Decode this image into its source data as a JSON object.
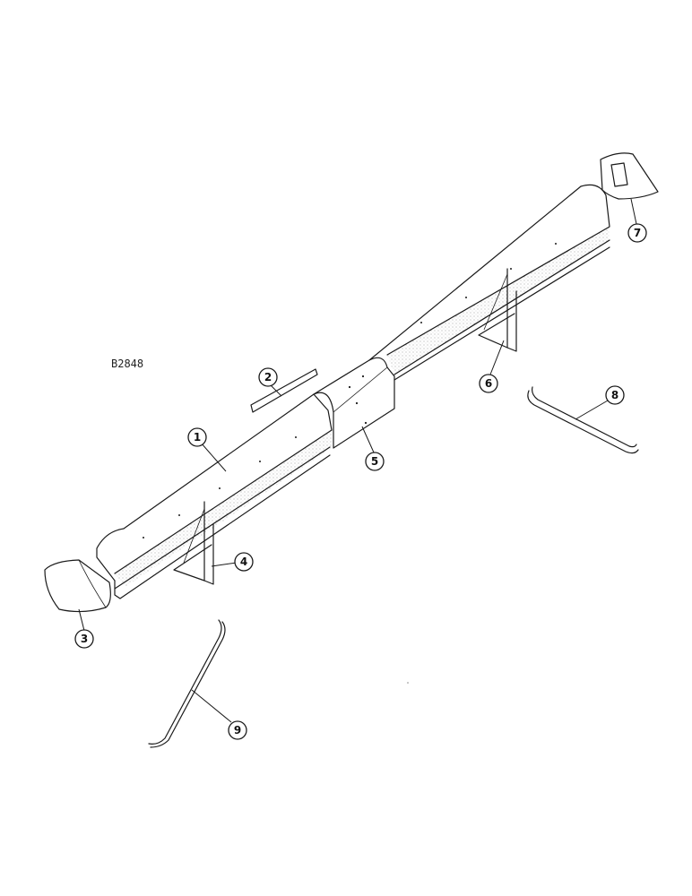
{
  "figure": {
    "reference": "B2848"
  },
  "callouts": [
    "1",
    "2",
    "3",
    "4",
    "5",
    "6",
    "7",
    "8",
    "9"
  ],
  "colors": {
    "ink": "#1a1a1a",
    "background": "#ffffff",
    "stipple": "#777777"
  }
}
